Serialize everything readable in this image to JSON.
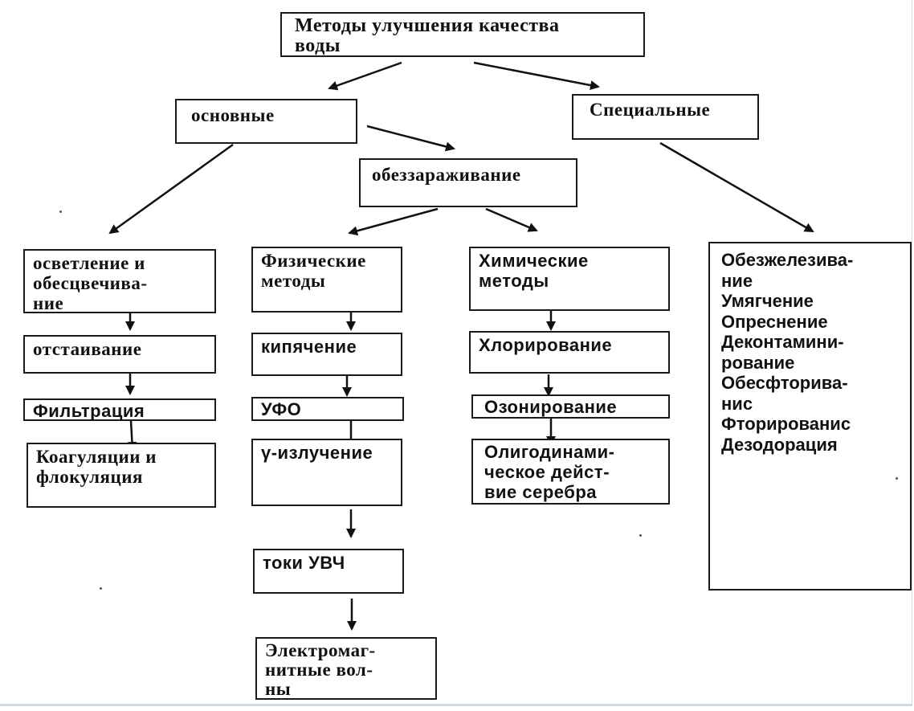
{
  "root": {
    "label": "Методы  улучшения  качества\nводы"
  },
  "level1": {
    "basic": "основные",
    "special": "Специальные"
  },
  "disinfection": "обеззараживание",
  "clarification": {
    "head": "осветление    и\nобесцвечива-\nние",
    "steps": [
      "отстаивание",
      "Фильтрация",
      "Коагуляции    и\nфлокуляция"
    ]
  },
  "physical": {
    "head": "Физические\nметоды",
    "steps": [
      "кипячение",
      "УФО",
      "γ-излучение",
      "токи УВЧ",
      "Электромаг-\nнитные    вол-\nны"
    ]
  },
  "chemical": {
    "head": "Химические\nметоды",
    "steps": [
      "Хлорирование",
      "Озонирование",
      "Олигодинами-\nческое    дейст-\nвие серебра"
    ]
  },
  "special_methods": [
    "Обезжелезива-",
    "ние",
    "Умягчение",
    "Опреснение",
    "Деконтамини-",
    "рование",
    "Обесфторива-",
    "нис",
    "Фторированис",
    "Дезодорация"
  ]
}
